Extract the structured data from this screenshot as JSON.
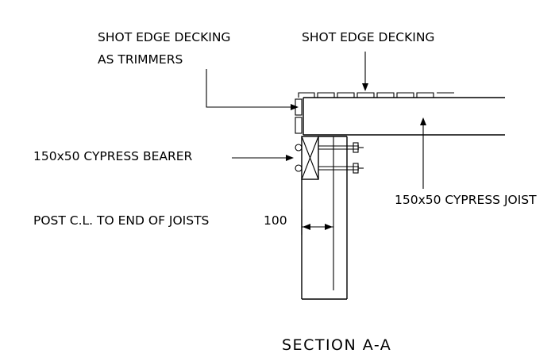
{
  "labels": {
    "decking_trimmers_line1": "SHOT EDGE DECKING",
    "decking_trimmers_line2": "AS TRIMMERS",
    "decking_top": "SHOT EDGE DECKING",
    "bearer": "150x50 CYPRESS BEARER",
    "joist": "150x50 CYPRESS JOIST",
    "post_to_joist_end": "POST C.L. TO END OF JOISTS",
    "dimension_value": "100",
    "section_title": "SECTION A-A"
  }
}
